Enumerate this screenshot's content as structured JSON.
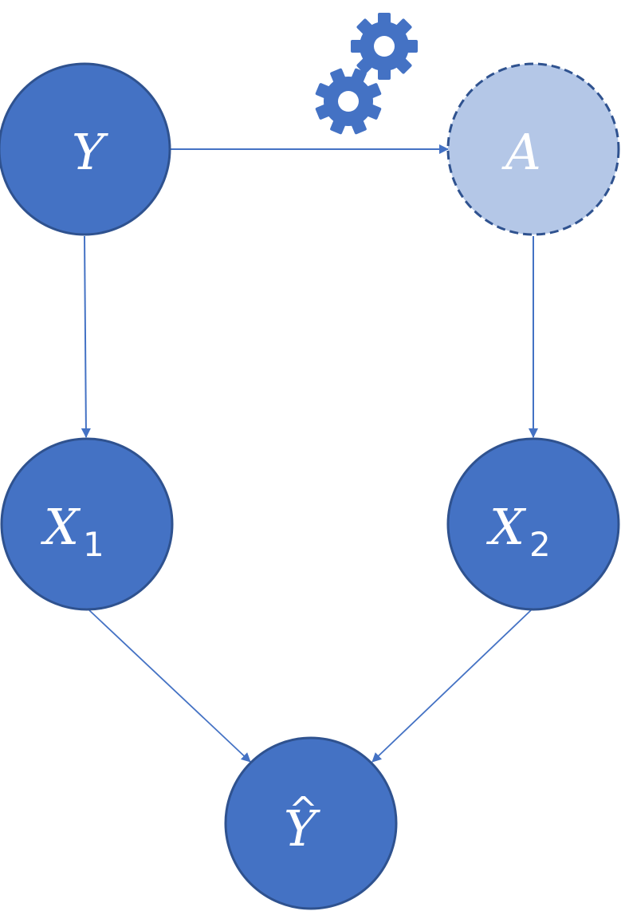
{
  "colors": {
    "node_fill": "#4472c4",
    "node_stroke": "#2f528f",
    "latent_fill": "#b4c7e7",
    "edge": "#4472c4",
    "label": "#ffffff"
  },
  "nodes": {
    "y": {
      "label": "Y",
      "sub": ""
    },
    "a": {
      "label": "A",
      "sub": ""
    },
    "x1": {
      "label": "X",
      "sub": "1"
    },
    "x2": {
      "label": "X",
      "sub": "2"
    },
    "yhat": {
      "label": "Y",
      "hat": "^",
      "sub": ""
    }
  },
  "icons": {
    "gears": "gears-icon"
  }
}
